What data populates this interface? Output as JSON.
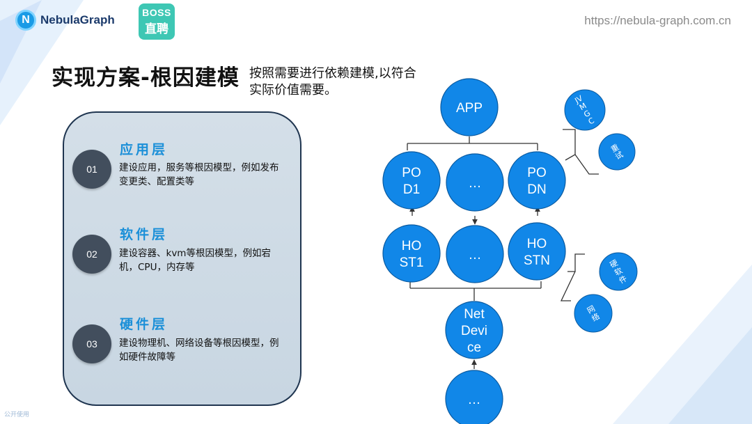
{
  "header": {
    "brand_mark": "N",
    "brand_name": "NebulaGraph",
    "boss_line1": "BOSS",
    "boss_line2": "直聘",
    "site_url": "https://nebula-graph.com.cn"
  },
  "title": "实现方案-根因建模",
  "subtitle": "按照需要进行依赖建模,以符合实际价值需要。",
  "layers": [
    {
      "num": "01",
      "name": "应用层",
      "desc": "建设应用，服务等根因模型，例如发布变更类、配置类等"
    },
    {
      "num": "02",
      "name": "软件层",
      "desc": "建设容器、kvm等根因模型，例如宕机，CPU，内存等"
    },
    {
      "num": "03",
      "name": "硬件层",
      "desc": "建设物理机、网络设备等根因模型，例如硬件故障等"
    }
  ],
  "diagram": {
    "nodes": [
      {
        "id": "app",
        "lines": [
          "APP"
        ]
      },
      {
        "id": "pod1",
        "lines": [
          "PO",
          "D1"
        ]
      },
      {
        "id": "pod-mid",
        "lines": [
          "…"
        ]
      },
      {
        "id": "podn",
        "lines": [
          "PO",
          "DN"
        ]
      },
      {
        "id": "host1",
        "lines": [
          "HO",
          "ST1"
        ]
      },
      {
        "id": "host-mid",
        "lines": [
          "…"
        ]
      },
      {
        "id": "hostn",
        "lines": [
          "HO",
          "STN"
        ]
      },
      {
        "id": "netdevice",
        "lines": [
          "Net",
          "Devi",
          "ce"
        ]
      },
      {
        "id": "bottom",
        "lines": [
          "…"
        ]
      }
    ],
    "leaves": [
      {
        "id": "jvm",
        "lines": [
          "JV",
          "M",
          "G",
          "C"
        ]
      },
      {
        "id": "retry",
        "lines": [
          "重",
          "试"
        ]
      },
      {
        "id": "hwsw",
        "lines": [
          "硬",
          "软",
          "件"
        ]
      },
      {
        "id": "network",
        "lines": [
          "网",
          "络"
        ]
      }
    ],
    "colors": {
      "node": "#1187e8",
      "node_stroke": "#0a5aa0",
      "line": "#333333"
    }
  },
  "footer": "公开使用"
}
